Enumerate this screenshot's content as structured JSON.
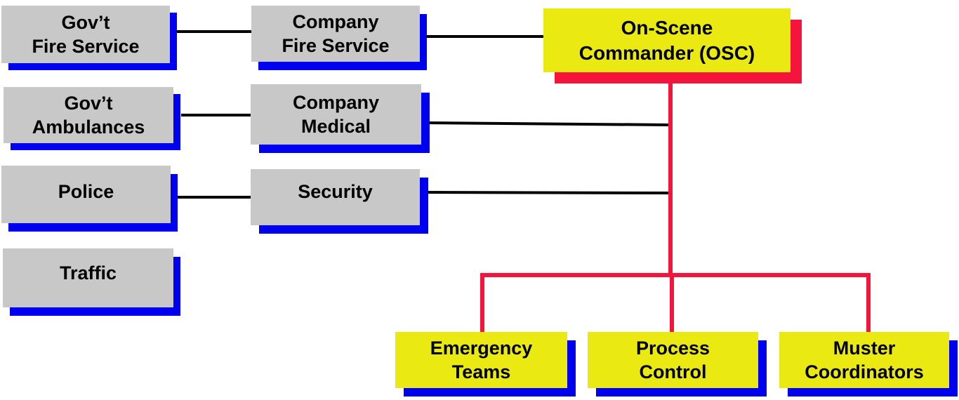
{
  "colors": {
    "grey_box": "#c8c8c8",
    "yellow_box": "#eaea12",
    "blue_shadow": "#0000f0",
    "red_shadow": "#f4143c",
    "black_line": "#000000",
    "red_line": "#f4143c"
  },
  "nodes": {
    "gov_fire": {
      "line1": "Gov’t",
      "line2": "Fire Service"
    },
    "gov_ambulances": {
      "line1": "Gov’t",
      "line2": "Ambulances"
    },
    "police": {
      "line1": "Police"
    },
    "traffic": {
      "line1": "Traffic"
    },
    "company_fire": {
      "line1": "Company",
      "line2": "Fire Service"
    },
    "company_medical": {
      "line1": "Company",
      "line2": "Medical"
    },
    "security": {
      "line1": "Security"
    },
    "osc": {
      "line1": "On-Scene",
      "line2": "Commander (OSC)"
    },
    "emergency_teams": {
      "line1": "Emergency",
      "line2": "Teams"
    },
    "process_control": {
      "line1": "Process",
      "line2": "Control"
    },
    "muster_coordinators": {
      "line1": "Muster",
      "line2": "Coordinators"
    }
  }
}
